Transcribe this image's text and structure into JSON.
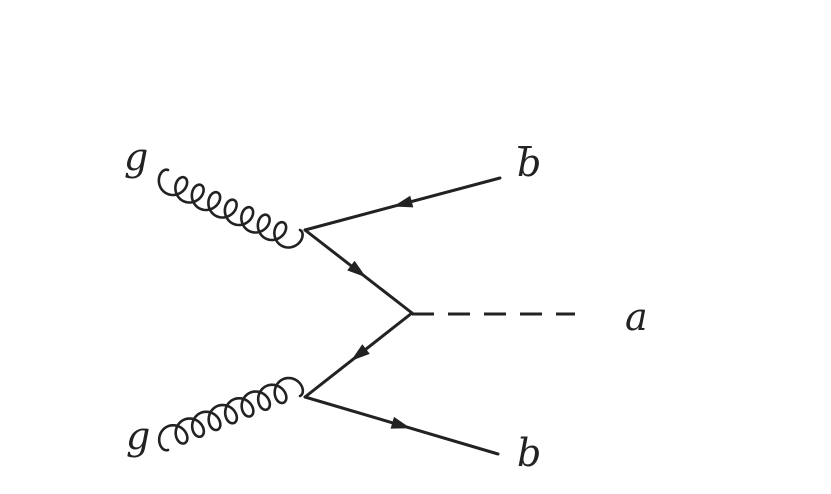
{
  "particles": {
    "gluon_top": "g",
    "gluon_bottom": "g",
    "antiquark": "b",
    "quark": "b",
    "scalar": "a"
  },
  "colors": {
    "ink": "#222222",
    "background": "#ffffff"
  }
}
